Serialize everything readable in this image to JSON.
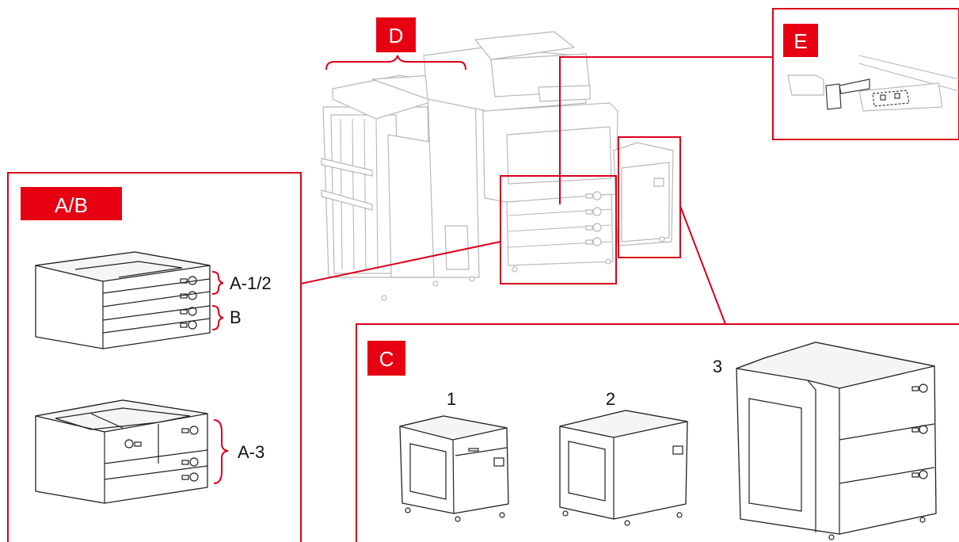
{
  "colors": {
    "accent": "#e60012",
    "frame": "#d9001b",
    "line": "#222222",
    "machine": "#b8b8b8"
  },
  "badges": {
    "ab": "A/B",
    "c": "C",
    "d": "D",
    "e": "E"
  },
  "labels": {
    "a12": "A-1/2",
    "b": "B",
    "a3": "A-3"
  },
  "c_items": {
    "one": "1",
    "two": "2",
    "three": "3"
  }
}
